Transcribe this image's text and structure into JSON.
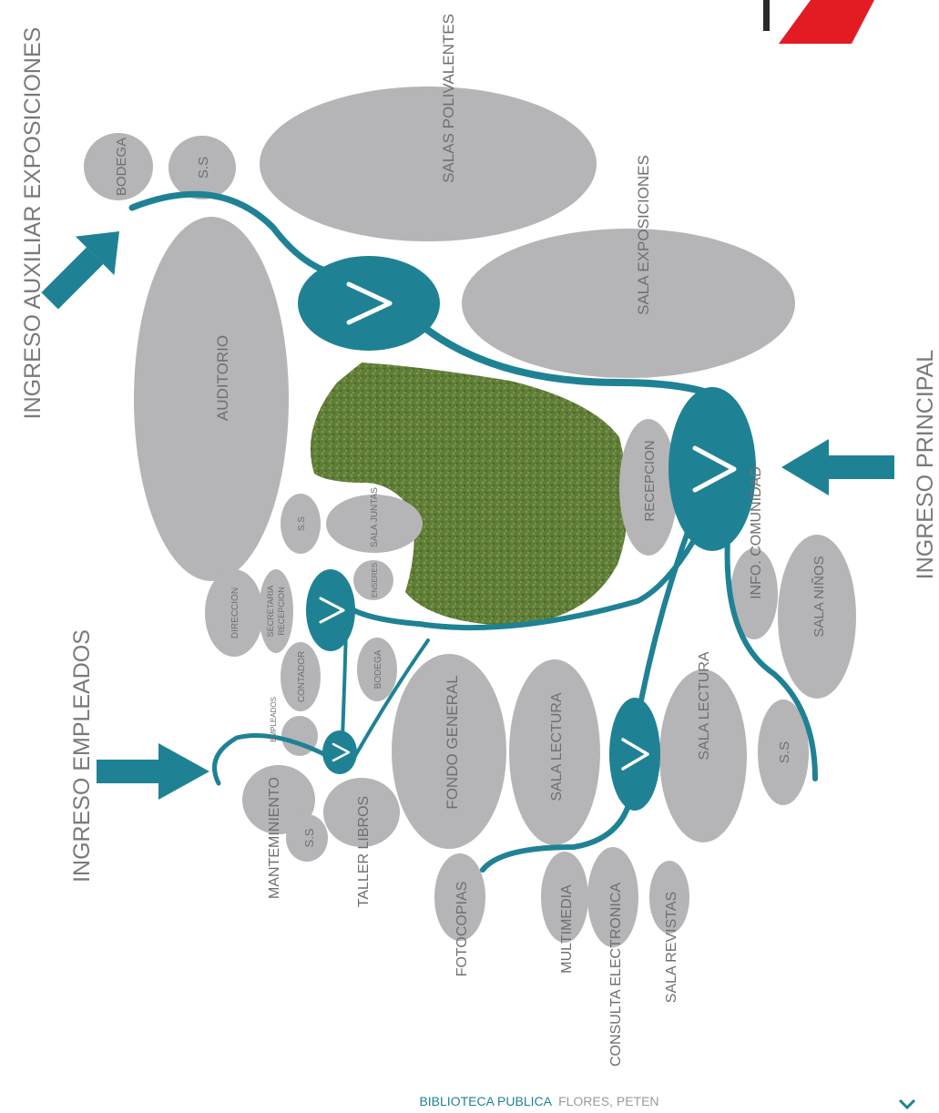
{
  "title": {
    "main": "BIBLIOTECA PUBLICA",
    "sub": "FLORES, PETEN"
  },
  "entrances": {
    "auxiliar": "INGRESO AUXILIAR EXPOSICIONES",
    "principal": "INGRESO PRINCIPAL",
    "empleados": "INGRESO EMPLEADOS"
  },
  "rooms": {
    "bodega_top": "BODEGA",
    "ss_top": "S.S",
    "salas_polivalentes": "SALAS POLIVALENTES",
    "sala_exposiciones": "SALA EXPOSICIONES",
    "auditorio": "AUDITORIO",
    "recepcion": "RECEPCION",
    "info_comunidad": "INFO. COMUNIDAD",
    "sala_ninos": "SALA NIÑOS",
    "ss_right": "S.S",
    "sala_lectura_right": "SALA LECTURA",
    "sala_lectura_mid": "SALA LECTURA",
    "fondo_general": "FONDO GENERAL",
    "sala_juntas": "SALA JUNTAS",
    "ss_mid": "S.S",
    "enseres": "ENSERES",
    "direccion": "DIRECCION",
    "secretaria": "SECRETARIA",
    "recepcion_small": "RECEPCION",
    "contador": "CONTADOR",
    "bodega_mid": "BODEGA",
    "empleados": "EMPLEADOS",
    "mantenimiento": "MANTEMINIENTO",
    "ss_bottom": "S.S",
    "taller_libros": "TALLER LIBROS",
    "fotocopias": "FOTOCOPIAS",
    "multimedia": "MULTIMEDIA",
    "consulta_electronica": "CONSULTA ELECTRONICA",
    "sala_revistas": "SALA REVISTAS"
  },
  "colors": {
    "room_fill": "#b5b5b7",
    "circulation": "#1f8294",
    "garden": "#5f7d37",
    "brand_red": "#e31c23",
    "label": "#6f6f72",
    "title_teal": "#1f8294",
    "title_grey": "#9a9a9d"
  },
  "icons": {
    "vestibule": "chevron-right-icon",
    "entrance_arrow": "arrow-right-icon",
    "logo": "brand-red-parallelogram"
  }
}
